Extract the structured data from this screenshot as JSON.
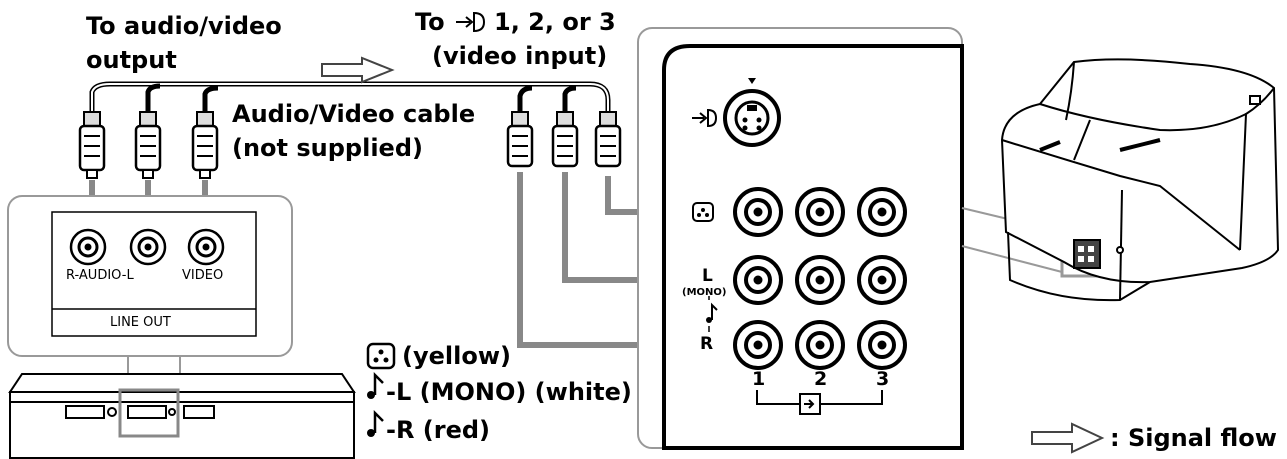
{
  "labels": {
    "av_output_line1": "To audio/video",
    "av_output_line2": "output",
    "video_input_to": "To",
    "video_input_nums": "1, 2, or 3",
    "video_input_sub": "(video input)",
    "cable_line1": "Audio/Video cable",
    "cable_line2": "(not supplied)"
  },
  "line_out_panel": {
    "jack_label_audio": "R-AUDIO-L",
    "jack_label_video": "VIDEO",
    "title": "LINE OUT"
  },
  "tv_panel": {
    "label_l": "L",
    "label_mono": "(MONO)",
    "label_r": "R",
    "jack_numbers": [
      "1",
      "2",
      "3"
    ]
  },
  "legend": {
    "yellow": "(yellow)",
    "white": "-L (MONO) (white)",
    "red": "-R (red)",
    "signal_flow": ": Signal flow"
  }
}
